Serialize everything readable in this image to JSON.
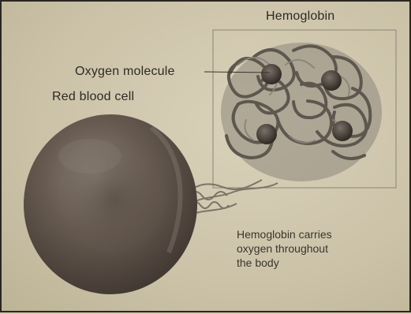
{
  "labels": {
    "hemoglobin": "Hemoglobin",
    "oxygen_molecule": "Oxygen molecule",
    "red_blood_cell": "Red blood cell"
  },
  "caption": {
    "lines": [
      "Hemoglobin carries",
      "oxygen throughout",
      "the body"
    ]
  },
  "colors": {
    "background": "#cfc6ad",
    "cell": "#5d5148",
    "protein_strand": "#6e665c",
    "label_text": "#2e2a24"
  }
}
